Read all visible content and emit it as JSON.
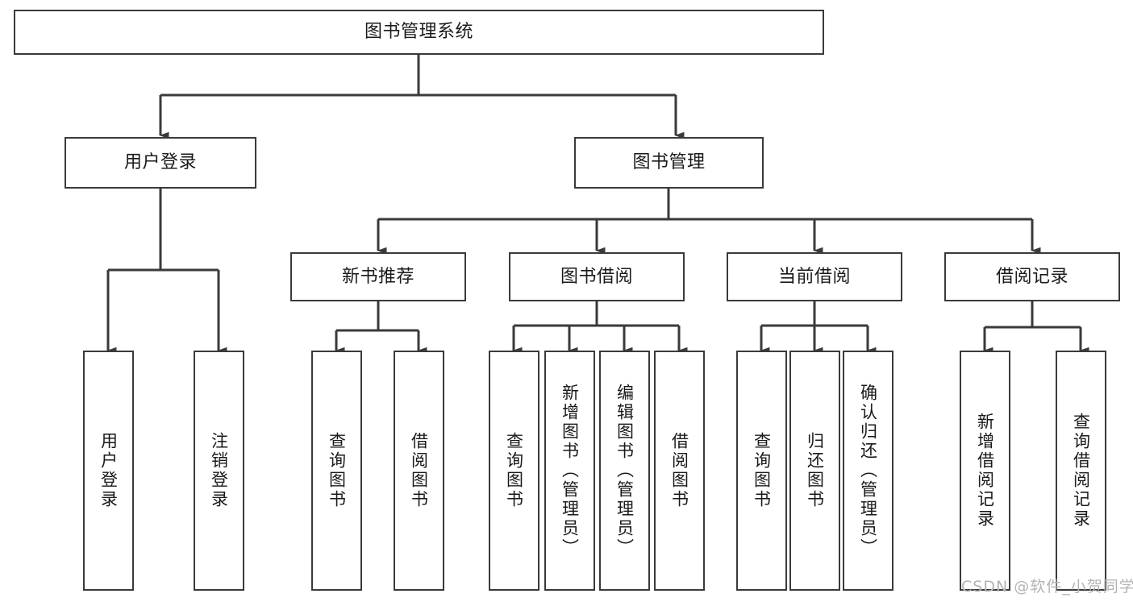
{
  "diagram": {
    "type": "tree-hierarchy",
    "title": "图书管理系统",
    "orientation": "top-down",
    "colors": {
      "stroke": "#3a3a3a",
      "fill": "#ffffff",
      "text": "#1a1a1a",
      "watermark": "#b4b4b4"
    },
    "levels": [
      {
        "level": 0,
        "nodes": [
          {
            "id": "root",
            "label": "图书管理系统",
            "text_direction": "horizontal"
          }
        ]
      },
      {
        "level": 1,
        "nodes": [
          {
            "id": "login",
            "label": "用户登录",
            "text_direction": "horizontal",
            "parent": "root"
          },
          {
            "id": "bookmgmt",
            "label": "图书管理",
            "text_direction": "horizontal",
            "parent": "root"
          }
        ]
      },
      {
        "level": 2,
        "nodes": [
          {
            "id": "newbook",
            "label": "新书推荐",
            "text_direction": "horizontal",
            "parent": "bookmgmt"
          },
          {
            "id": "borrow",
            "label": "图书借阅",
            "text_direction": "horizontal",
            "parent": "bookmgmt"
          },
          {
            "id": "current",
            "label": "当前借阅",
            "text_direction": "horizontal",
            "parent": "bookmgmt"
          },
          {
            "id": "records",
            "label": "借阅记录",
            "text_direction": "horizontal",
            "parent": "bookmgmt"
          }
        ]
      },
      {
        "level": 3,
        "nodes": [
          {
            "id": "leaf1",
            "label": "用户登录",
            "text_direction": "vertical",
            "parent": "login"
          },
          {
            "id": "leaf2",
            "label": "注销登录",
            "text_direction": "vertical",
            "parent": "login"
          },
          {
            "id": "leaf3",
            "label": "查询图书",
            "text_direction": "vertical",
            "parent": "newbook"
          },
          {
            "id": "leaf4",
            "label": "借阅图书",
            "text_direction": "vertical",
            "parent": "newbook"
          },
          {
            "id": "leaf5",
            "label": "查询图书",
            "text_direction": "vertical",
            "parent": "borrow"
          },
          {
            "id": "leaf6",
            "label": "新增图书（管理员）",
            "text_direction": "vertical",
            "parent": "borrow"
          },
          {
            "id": "leaf7",
            "label": "编辑图书（管理员）",
            "text_direction": "vertical",
            "parent": "borrow"
          },
          {
            "id": "leaf8",
            "label": "借阅图书",
            "text_direction": "vertical",
            "parent": "borrow"
          },
          {
            "id": "leaf9",
            "label": "查询图书",
            "text_direction": "vertical",
            "parent": "current"
          },
          {
            "id": "leaf10",
            "label": "归还图书",
            "text_direction": "vertical",
            "parent": "current"
          },
          {
            "id": "leaf11",
            "label": "确认归还（管理员）",
            "text_direction": "vertical",
            "parent": "current"
          },
          {
            "id": "leaf12",
            "label": "新增借阅记录",
            "text_direction": "vertical",
            "parent": "records"
          },
          {
            "id": "leaf13",
            "label": "查询借阅记录",
            "text_direction": "vertical",
            "parent": "records"
          }
        ]
      }
    ]
  },
  "watermark": {
    "text": "CSDN @软件_小贺同学"
  }
}
